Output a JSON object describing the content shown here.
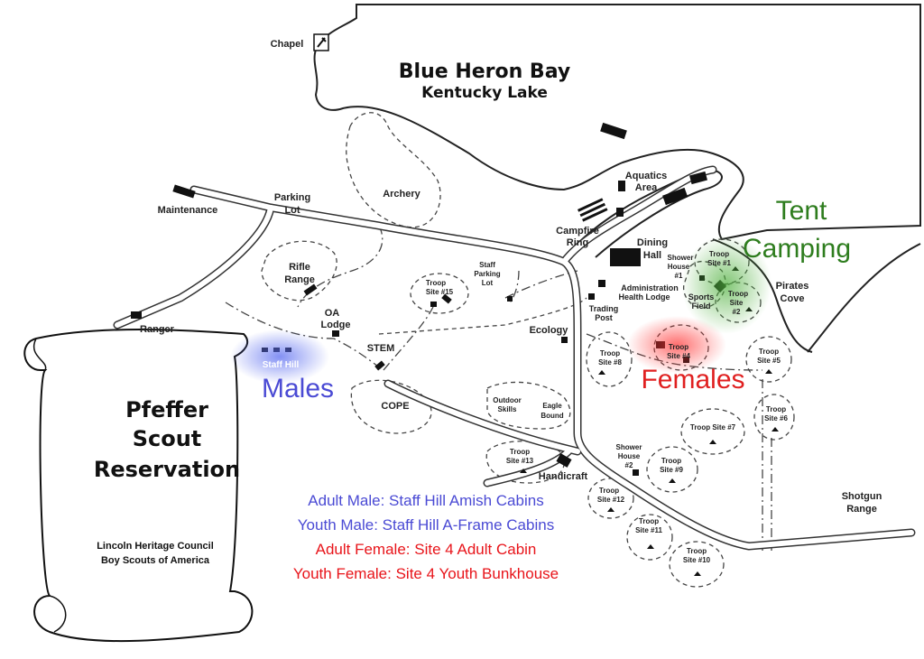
{
  "map": {
    "title": "Blue Heron Bay",
    "subtitle": "Kentucky Lake",
    "scroll": {
      "line1": "Pfeffer",
      "line2": "Scout",
      "line3": "Reservation",
      "council": "Lincoln Heritage Council",
      "bsa": "Boy Scouts of America"
    },
    "places": {
      "chapel": "Chapel",
      "maintenance": "Maintenance",
      "parking1": "Parking",
      "parking2": "Lot",
      "archery": "Archery",
      "rifle1": "Rifle",
      "rifle2": "Range",
      "ranger": "Ranger",
      "oa1": "OA",
      "oa2": "Lodge",
      "staff_hill": "Staff Hill",
      "stem": "STEM",
      "cope": "COPE",
      "troop15a": "Troop",
      "troop15b": "Site #15",
      "staffparking1": "Staff",
      "staffparking2": "Parking",
      "staffparking3": "Lot",
      "ecology": "Ecology",
      "outdoor1": "Outdoor",
      "outdoor2": "Skills",
      "eagle1": "Eagle",
      "eagle2": "Bound",
      "troop13a": "Troop",
      "troop13b": "Site #13",
      "handicraft": "Handicraft",
      "aquatics1": "Aquatics",
      "aquatics2": "Area",
      "campfire1": "Campfire",
      "campfire2": "Ring",
      "dining1": "Dining",
      "dining2": "Hall",
      "shower1a": "Shower",
      "shower1b": "House",
      "shower1c": "#1",
      "admin1": "Administration",
      "admin2": "Health Lodge",
      "trading1": "Trading",
      "trading2": "Post",
      "sports1": "Sports",
      "sports2": "Field",
      "troop1a": "Troop",
      "troop1b": "Site #1",
      "troop2a": "Troop",
      "troop2b": "Site",
      "troop2c": "#2",
      "pirates1": "Pirates",
      "pirates2": "Cove",
      "troop8a": "Troop",
      "troop8b": "Site #8",
      "troop4a": "Troop",
      "troop4b": "Site #4",
      "troop5a": "Troop",
      "troop5b": "Site #5",
      "troop6a": "Troop",
      "troop6b": "Site #6",
      "troop7": "Troop Site #7",
      "shower2a": "Shower",
      "shower2b": "House",
      "shower2c": "#2",
      "troop9a": "Troop",
      "troop9b": "Site #9",
      "troop12a": "Troop",
      "troop12b": "Site #12",
      "troop11a": "Troop",
      "troop11b": "Site #11",
      "troop10a": "Troop",
      "troop10b": "Site #10",
      "shotgun1": "Shotgun",
      "shotgun2": "Range"
    },
    "overlays": {
      "males": "Males",
      "females": "Females",
      "tent1": "Tent",
      "tent2": "Camping"
    },
    "legend": {
      "adult_male": "Adult Male: Staff Hill Amish Cabins",
      "youth_male": "Youth Male: Staff Hill A-Frame Cabins",
      "adult_female": "Adult Female: Site 4 Adult Cabin",
      "youth_female": "Youth Female: Site 4 Youth Bunkhouse"
    },
    "colors": {
      "males": "#4a4ad4",
      "females": "#e02020",
      "tent": "#2e7d1e",
      "legend_male": "#4a4ad4",
      "legend_female": "#e8141a"
    }
  }
}
